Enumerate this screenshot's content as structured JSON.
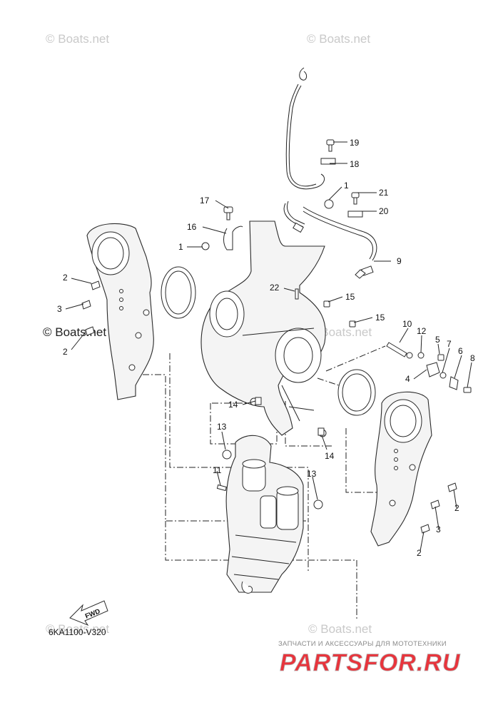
{
  "watermarks": {
    "top_left": "© Boats.net",
    "top_right": "© Boats.net",
    "mid_left": "© Boats.net",
    "mid_right": "© Boats.net",
    "bottom_left": "© Boats.net",
    "bottom_right": "© Boats.net"
  },
  "diagram_code": "6KA1100-V320",
  "fwd_label": "FWD",
  "brand": {
    "tagline": "ЗАПЧАСТИ И АКСЕССУАРЫ ДЛЯ МОТОТЕХНИКИ",
    "logo_text": "PARTSFOR.RU",
    "logo_color": "#e8343c",
    "logo_outline_color": "#b8b8b8"
  },
  "callouts": [
    {
      "id": "19",
      "text": "19"
    },
    {
      "id": "18",
      "text": "18"
    },
    {
      "id": "1a",
      "text": "1"
    },
    {
      "id": "21",
      "text": "21"
    },
    {
      "id": "20",
      "text": "20"
    },
    {
      "id": "17",
      "text": "17"
    },
    {
      "id": "16",
      "text": "16"
    },
    {
      "id": "1b",
      "text": "1"
    },
    {
      "id": "9",
      "text": "9"
    },
    {
      "id": "2a",
      "text": "2"
    },
    {
      "id": "22",
      "text": "22"
    },
    {
      "id": "15a",
      "text": "15"
    },
    {
      "id": "3a",
      "text": "3"
    },
    {
      "id": "15b",
      "text": "15"
    },
    {
      "id": "10",
      "text": "10"
    },
    {
      "id": "12",
      "text": "12"
    },
    {
      "id": "2b",
      "text": "2"
    },
    {
      "id": "5",
      "text": "5"
    },
    {
      "id": "7",
      "text": "7"
    },
    {
      "id": "6",
      "text": "6"
    },
    {
      "id": "8",
      "text": "8"
    },
    {
      "id": "4",
      "text": "4"
    },
    {
      "id": "14a",
      "text": "14"
    },
    {
      "id": "13a",
      "text": "13"
    },
    {
      "id": "14b",
      "text": "14"
    },
    {
      "id": "11",
      "text": "11"
    },
    {
      "id": "13b",
      "text": "13"
    },
    {
      "id": "2c",
      "text": "2"
    },
    {
      "id": "3b",
      "text": "3"
    },
    {
      "id": "2d",
      "text": "2"
    }
  ]
}
